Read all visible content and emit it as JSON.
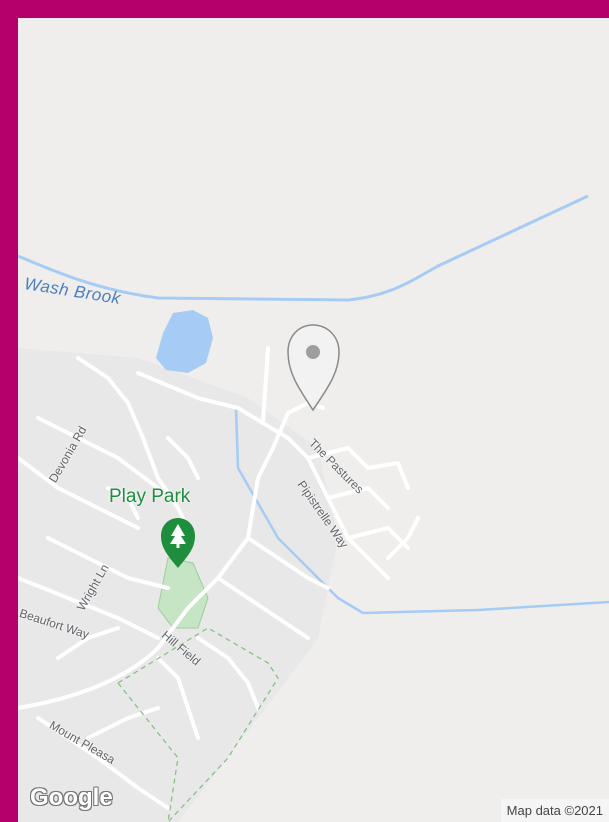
{
  "map": {
    "water_label": "Wash Brook",
    "poi": {
      "name": "Play Park",
      "icon": "tree-icon",
      "color": "#1e8e3e"
    },
    "marker": {
      "icon": "map-pin-icon",
      "color": "#9e9e9e"
    },
    "roads": [
      {
        "id": "devonia",
        "name": "Devonia Rd"
      },
      {
        "id": "wright",
        "name": "Wright Ln"
      },
      {
        "id": "beaufort",
        "name": "Beaufort Way"
      },
      {
        "id": "hillfield",
        "name": "Hill Field"
      },
      {
        "id": "mountpleasant",
        "name": "Mount Pleasa"
      },
      {
        "id": "pastures",
        "name": "The Pastures"
      },
      {
        "id": "pipistrelle",
        "name": "Pipistrelle Way"
      }
    ],
    "logo": "Google",
    "attribution": "Map data ©2021"
  },
  "colors": {
    "frame": "#b5006b",
    "land": "#efeeec",
    "water": "#a6cbf5",
    "park": "#c5e5c4"
  }
}
